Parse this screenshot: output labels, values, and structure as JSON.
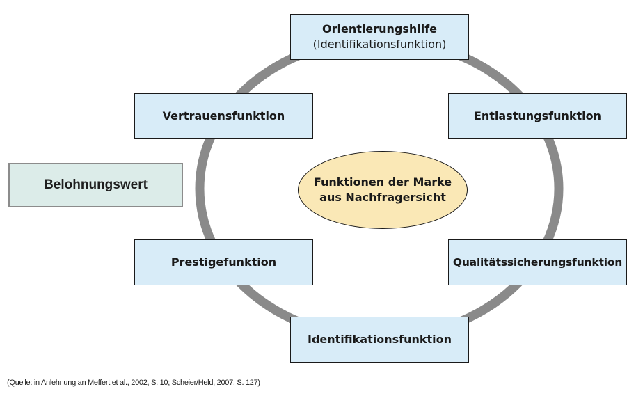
{
  "diagram": {
    "center": {
      "line1": "Funktionen der Marke",
      "line2": "aus Nachfragersicht"
    },
    "functions": {
      "top": {
        "label": "Orientierungshilfe",
        "sublabel": "(Identifikationsfunktion)"
      },
      "upper_left": {
        "label": "Vertrauensfunktion"
      },
      "upper_right": {
        "label": "Entlastungsfunktion"
      },
      "lower_left": {
        "label": "Prestigefunktion"
      },
      "lower_right": {
        "label": "Qualitätssicherungsfunktion"
      },
      "bottom": {
        "label": "Identifikationsfunktion"
      }
    },
    "side_box": {
      "label": "Belohnungswert"
    },
    "colors": {
      "function_box_fill": "#d8ecf8",
      "center_fill": "#fae8b6",
      "side_box_fill": "#dcece9",
      "ring": "#8a8a8a"
    }
  },
  "source": "(Quelle: in Anlehnung an Meffert et al., 2002, S. 10; Scheier/Held, 2007, S. 127)"
}
